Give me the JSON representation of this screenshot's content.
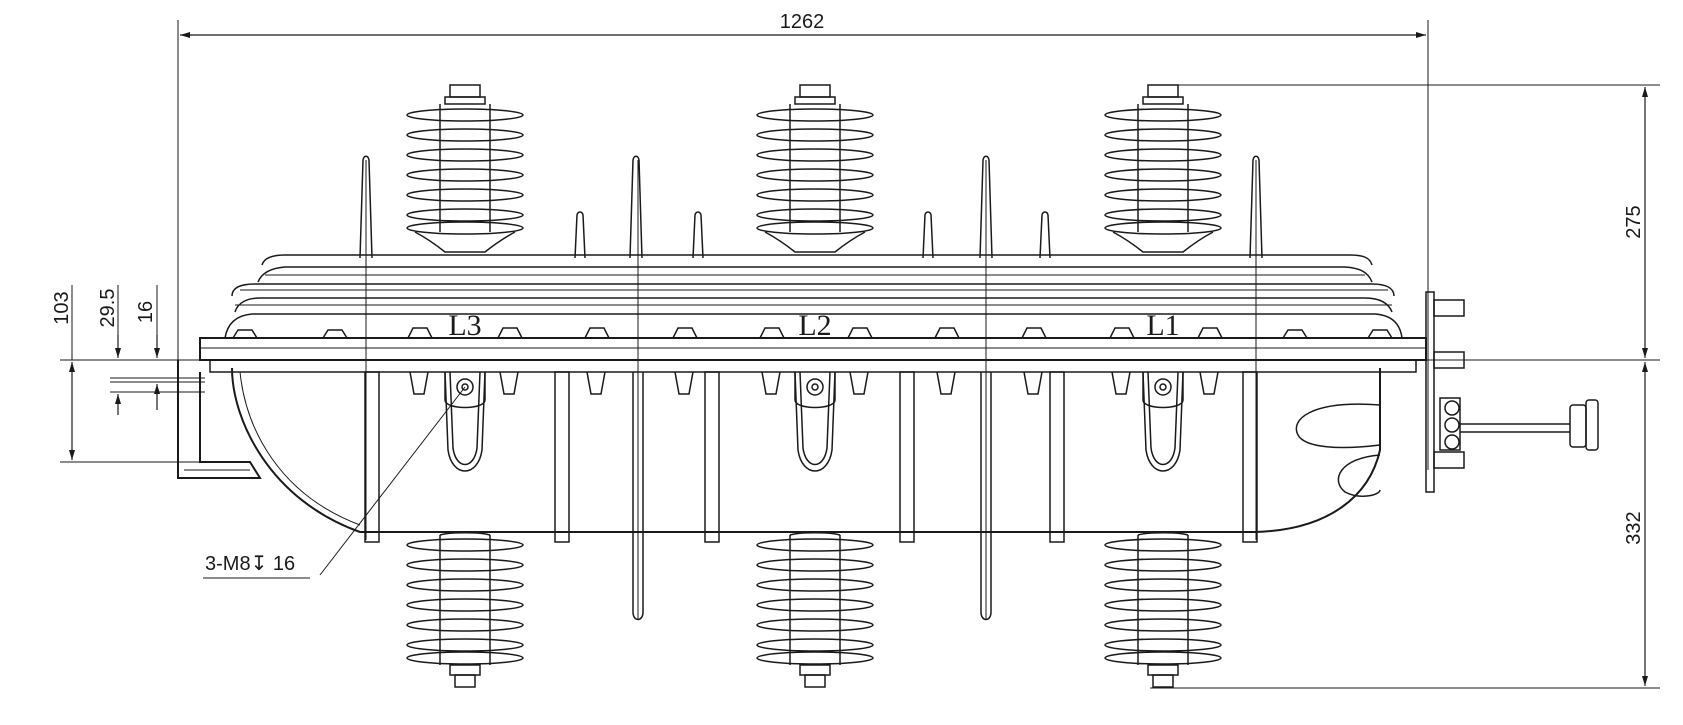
{
  "dimensions": {
    "overall_width": "1262",
    "upper_height": "275",
    "lower_height": "332",
    "left_103": "103",
    "left_29_5": "29.5",
    "left_16": "16"
  },
  "phase_labels": [
    "L3",
    "L2",
    "L1"
  ],
  "callout": "3-M8↧ 16"
}
